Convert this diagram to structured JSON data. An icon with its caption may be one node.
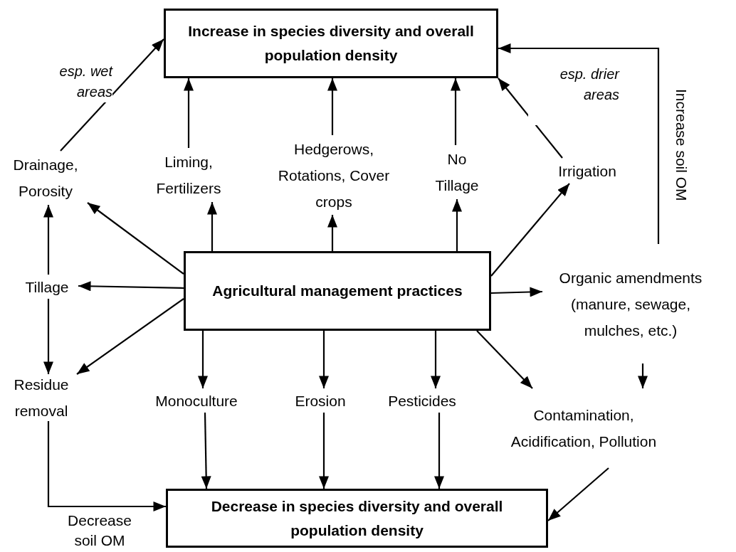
{
  "diagram": {
    "nodes": [
      {
        "text": [
          "Increase in species diversity and overall population density"
        ]
      },
      {
        "text": [
          "Drainage, Porosity"
        ]
      },
      {
        "text": [
          "Liming, Fertilizers"
        ]
      },
      {
        "text": [
          "Hedgerows, Rotations, Cover crops"
        ]
      },
      {
        "text": [
          "No Tillage"
        ]
      },
      {
        "text": [
          "Irrigation"
        ]
      },
      {
        "text": [
          "Agricultural management practices"
        ]
      },
      {
        "text": [
          "Tillage"
        ]
      },
      {
        "text": [
          "Organic amendments (manure, sewage, mulches, etc.)"
        ]
      },
      {
        "text": [
          "Residue removal"
        ]
      },
      {
        "text": [
          "Monoculture"
        ]
      },
      {
        "text": [
          "Erosion"
        ]
      },
      {
        "text": [
          "Pesticides"
        ]
      },
      {
        "text": [
          "Contamination, Acidification, Pollution"
        ]
      },
      {
        "text": [
          "Decrease in species diversity and overall population density"
        ]
      }
    ],
    "edges": [
      {
        "from": 1,
        "to": 0,
        "arrow": "to",
        "label": "esp. wet areas"
      },
      {
        "from": 2,
        "to": 0,
        "arrow": "to"
      },
      {
        "from": 3,
        "to": 0,
        "arrow": "to"
      },
      {
        "from": 4,
        "to": 0,
        "arrow": "to"
      },
      {
        "from": 5,
        "to": 0,
        "arrow": "to",
        "label": "esp. drier areas"
      },
      {
        "from": 8,
        "to": 0,
        "arrow": "to",
        "label": "Increase soil OM"
      },
      {
        "from": 6,
        "to": 1,
        "arrow": "to"
      },
      {
        "from": 6,
        "to": 2,
        "arrow": "to"
      },
      {
        "from": 6,
        "to": 3,
        "arrow": "to"
      },
      {
        "from": 6,
        "to": 4,
        "arrow": "to"
      },
      {
        "from": 6,
        "to": 5,
        "arrow": "to"
      },
      {
        "from": 6,
        "to": 7,
        "arrow": "to"
      },
      {
        "from": 6,
        "to": 8,
        "arrow": "to"
      },
      {
        "from": 6,
        "to": 9,
        "arrow": "to"
      },
      {
        "from": 6,
        "to": 10,
        "arrow": "to"
      },
      {
        "from": 6,
        "to": 11,
        "arrow": "to"
      },
      {
        "from": 6,
        "to": 12,
        "arrow": "to"
      },
      {
        "from": 6,
        "to": 13,
        "arrow": "to"
      },
      {
        "from": 7,
        "to": 1,
        "arrow": "to"
      },
      {
        "from": 7,
        "to": 9,
        "arrow": "to"
      },
      {
        "from": 8,
        "to": 13,
        "arrow": "to"
      },
      {
        "from": 9,
        "to": 14,
        "arrow": "to",
        "label": "Decrease soil OM"
      },
      {
        "from": 10,
        "to": 14,
        "arrow": "to"
      },
      {
        "from": 11,
        "to": 14,
        "arrow": "to"
      },
      {
        "from": 12,
        "to": 14,
        "arrow": "to"
      },
      {
        "from": 13,
        "to": 14,
        "arrow": "to"
      }
    ]
  }
}
